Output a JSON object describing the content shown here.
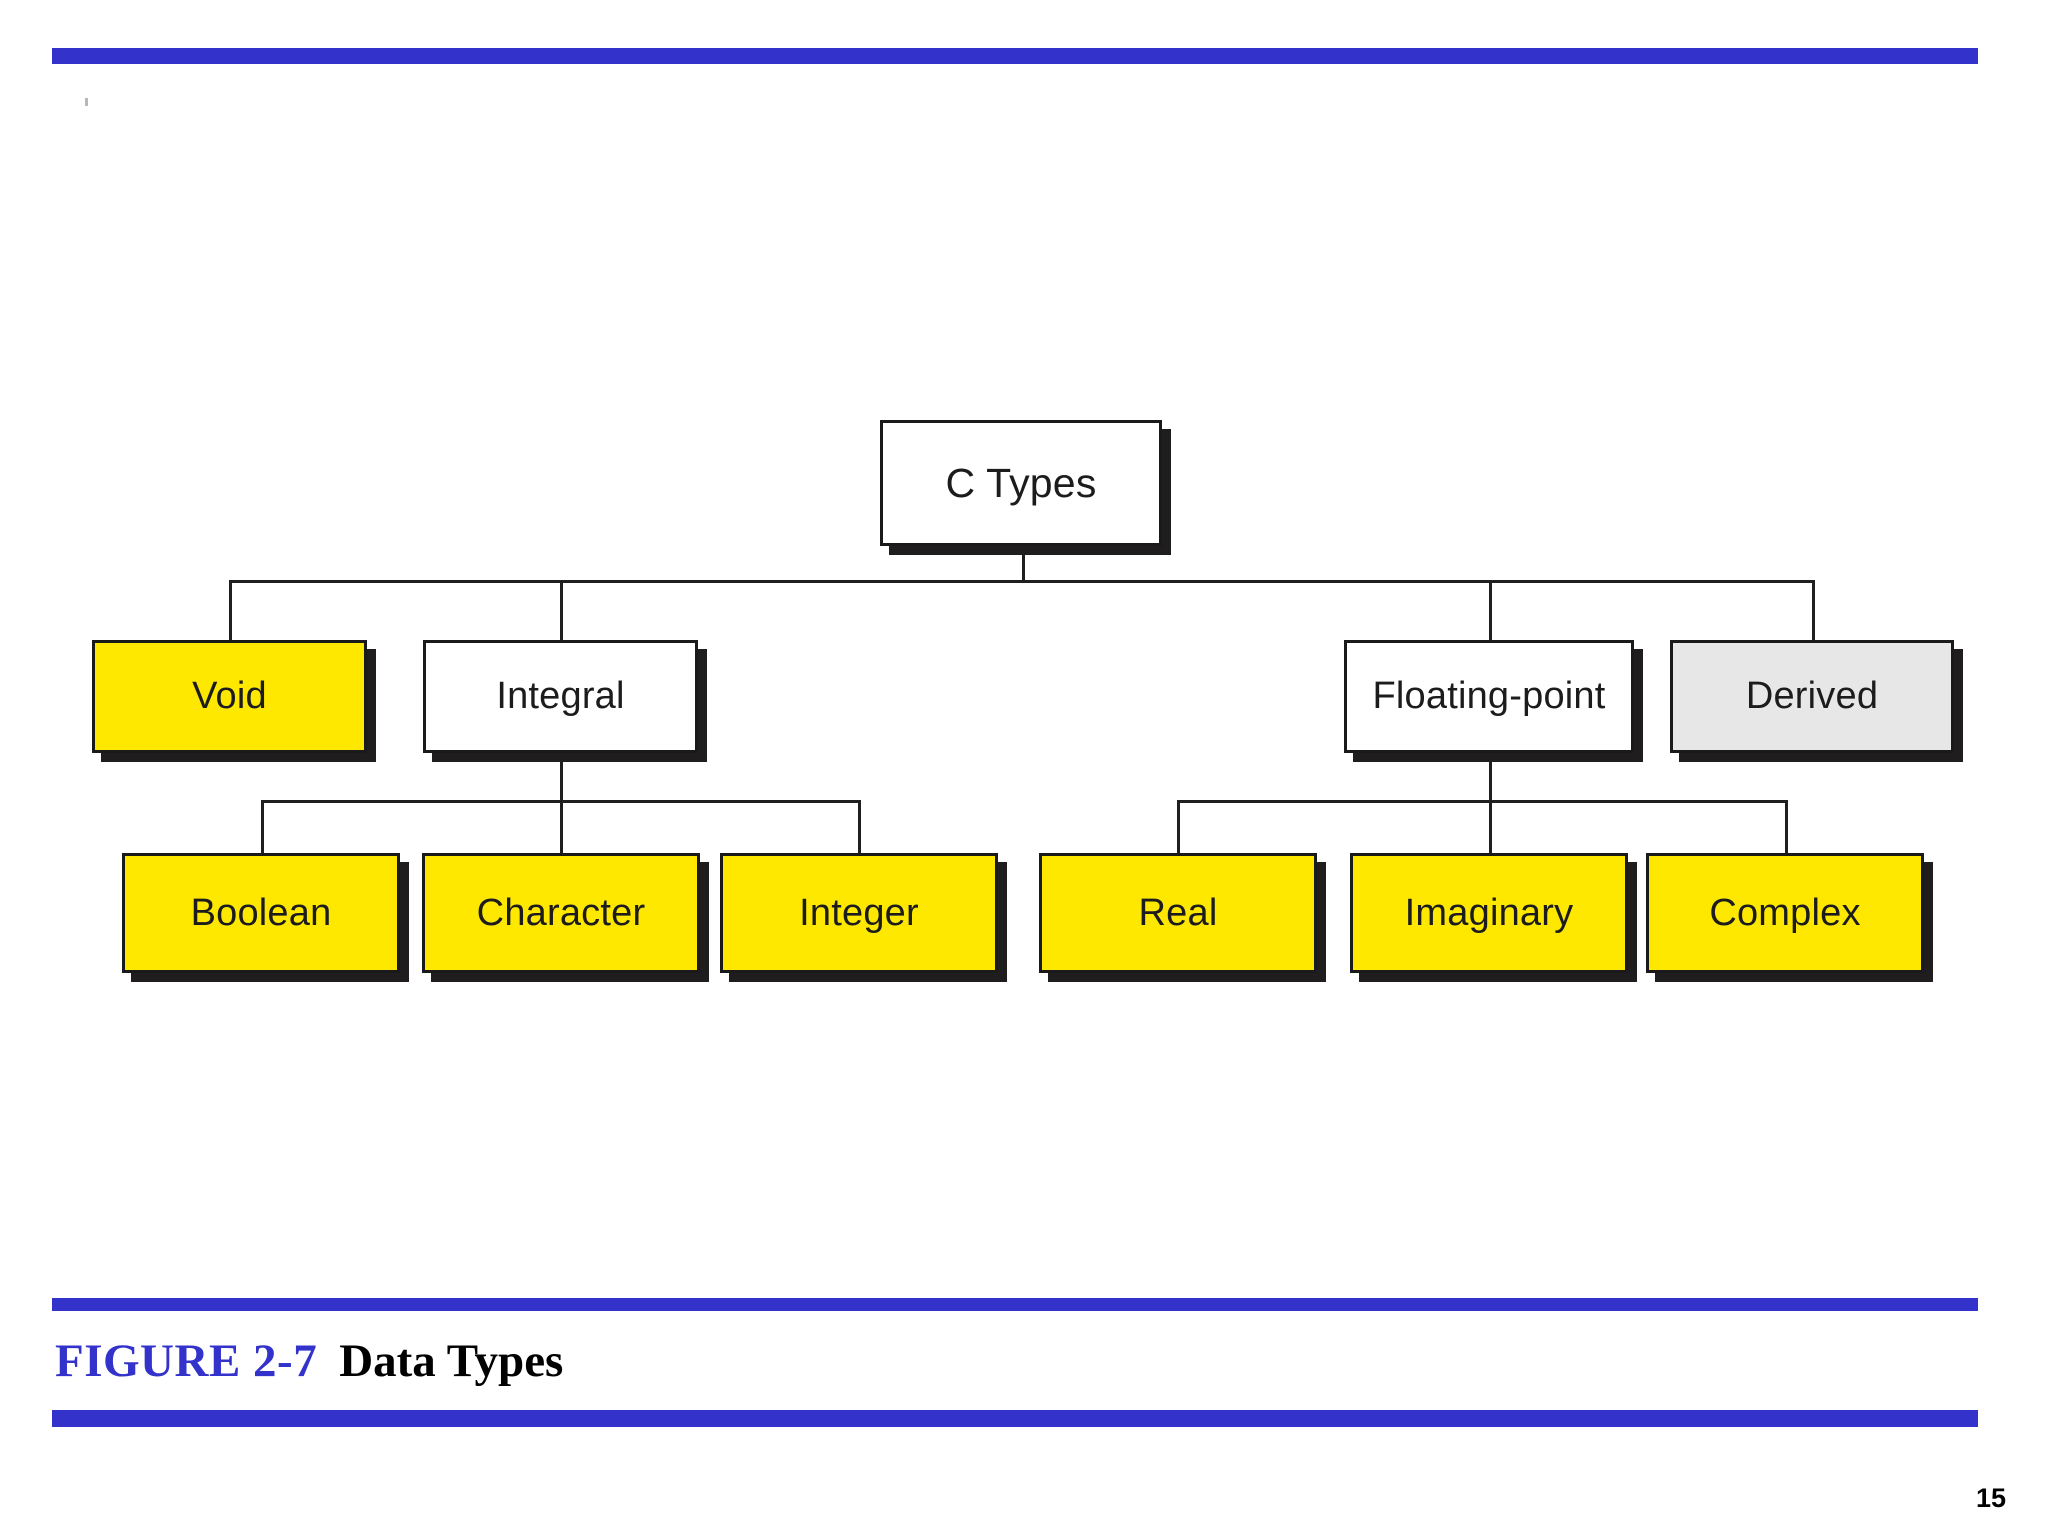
{
  "slide": {
    "page_number": "15",
    "accent_color": "#3333cc",
    "caption": {
      "figure_label": "FIGURE 2-7",
      "figure_title": "Data Types"
    }
  },
  "chart_data": {
    "type": "diagram",
    "diagram_kind": "hierarchy-tree",
    "title": "Data Types",
    "root": "C Types",
    "colors": {
      "yellow": "#ffe800",
      "white": "#ffffff",
      "grey": "#e7e7e7",
      "outline": "#1a1a1a",
      "shadow": "#1f1d1d"
    },
    "nodes": [
      {
        "id": "c-types",
        "label": "C Types",
        "level": 0,
        "fill": "white",
        "parent": null
      },
      {
        "id": "void",
        "label": "Void",
        "level": 1,
        "fill": "yellow",
        "parent": "c-types"
      },
      {
        "id": "integral",
        "label": "Integral",
        "level": 1,
        "fill": "white",
        "parent": "c-types"
      },
      {
        "id": "floating-point",
        "label": "Floating-point",
        "level": 1,
        "fill": "white",
        "parent": "c-types"
      },
      {
        "id": "derived",
        "label": "Derived",
        "level": 1,
        "fill": "grey",
        "parent": "c-types"
      },
      {
        "id": "boolean",
        "label": "Boolean",
        "level": 2,
        "fill": "yellow",
        "parent": "integral"
      },
      {
        "id": "character",
        "label": "Character",
        "level": 2,
        "fill": "yellow",
        "parent": "integral"
      },
      {
        "id": "integer",
        "label": "Integer",
        "level": 2,
        "fill": "yellow",
        "parent": "integral"
      },
      {
        "id": "real",
        "label": "Real",
        "level": 2,
        "fill": "yellow",
        "parent": "floating-point"
      },
      {
        "id": "imaginary",
        "label": "Imaginary",
        "level": 2,
        "fill": "yellow",
        "parent": "floating-point"
      },
      {
        "id": "complex",
        "label": "Complex",
        "level": 2,
        "fill": "yellow",
        "parent": "floating-point"
      }
    ],
    "edges": [
      {
        "from": "c-types",
        "to": "void"
      },
      {
        "from": "c-types",
        "to": "integral"
      },
      {
        "from": "c-types",
        "to": "floating-point"
      },
      {
        "from": "c-types",
        "to": "derived"
      },
      {
        "from": "integral",
        "to": "boolean"
      },
      {
        "from": "integral",
        "to": "character"
      },
      {
        "from": "integral",
        "to": "integer"
      },
      {
        "from": "floating-point",
        "to": "real"
      },
      {
        "from": "floating-point",
        "to": "imaginary"
      },
      {
        "from": "floating-point",
        "to": "complex"
      }
    ]
  }
}
